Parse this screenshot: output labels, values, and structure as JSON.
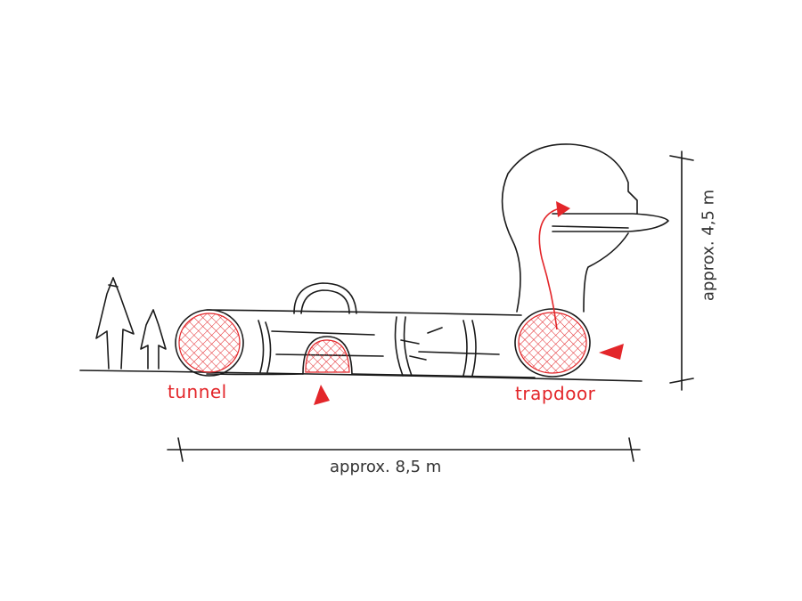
{
  "labels": {
    "tunnel": "tunnel",
    "trapdoor": "trapdoor",
    "width": "approx. 8,5 m",
    "height": "approx. 4,5 m"
  },
  "colors": {
    "accent": "#e3262a",
    "ink": "#1a1a1a"
  }
}
